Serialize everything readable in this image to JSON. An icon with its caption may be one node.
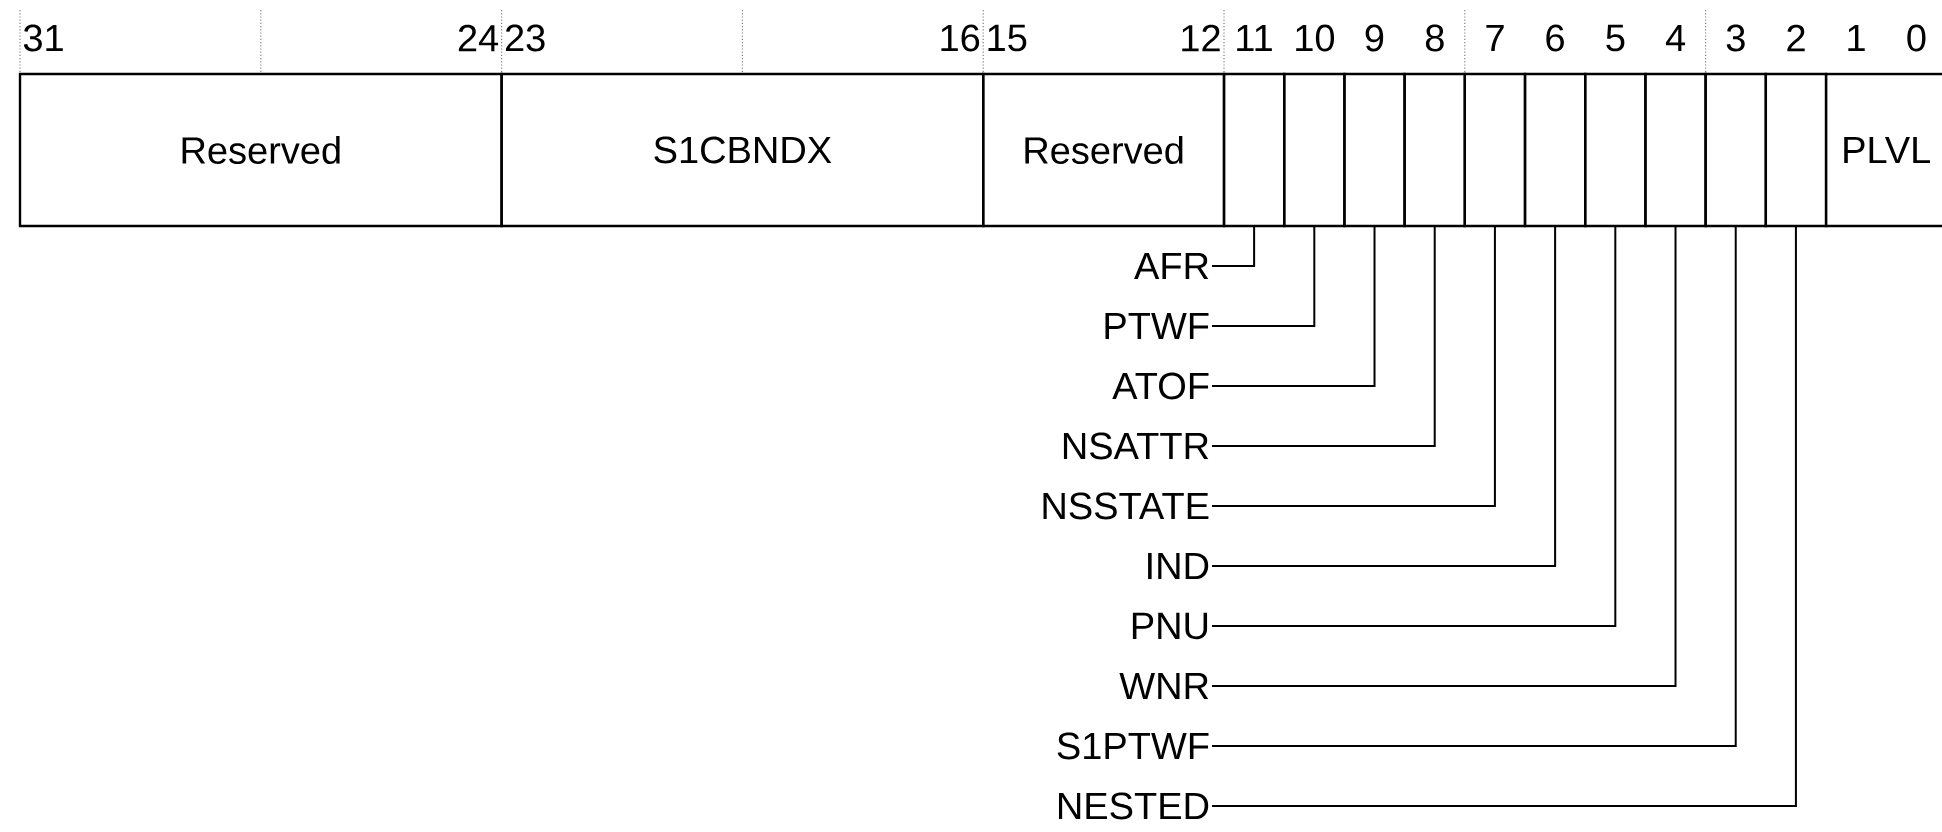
{
  "diagram": {
    "nodes": [
      {
        "text": [
          "Reserved"
        ]
      },
      {
        "text": [
          "S1CBNDX"
        ]
      },
      {
        "text": [
          "Reserved"
        ]
      },
      {
        "text": [],
        "shape": "box"
      },
      {
        "text": [],
        "shape": "box"
      },
      {
        "text": [],
        "shape": "box"
      },
      {
        "text": [],
        "shape": "box"
      },
      {
        "text": [],
        "shape": "box"
      },
      {
        "text": [],
        "shape": "box"
      },
      {
        "text": [],
        "shape": "box"
      },
      {
        "text": [],
        "shape": "box"
      },
      {
        "text": [],
        "shape": "box"
      },
      {
        "text": [],
        "shape": "box"
      },
      {
        "text": [
          "PLVL"
        ]
      },
      {
        "text": [
          "AFR"
        ]
      },
      {
        "text": [
          "PTWF"
        ]
      },
      {
        "text": [
          "ATOF"
        ]
      },
      {
        "text": [
          "NSATTR"
        ]
      },
      {
        "text": [
          "NSSTATE"
        ]
      },
      {
        "text": [
          "IND"
        ]
      },
      {
        "text": [
          "PNU"
        ]
      },
      {
        "text": [
          "WNR"
        ]
      },
      {
        "text": [
          "S1PTWF"
        ]
      },
      {
        "text": [
          "NESTED"
        ]
      }
    ],
    "edges": [
      {
        "from": 14,
        "to": 3,
        "arrow": "none"
      },
      {
        "from": 15,
        "to": 4,
        "arrow": "none"
      },
      {
        "from": 16,
        "to": 5,
        "arrow": "none"
      },
      {
        "from": 17,
        "to": 6,
        "arrow": "none"
      },
      {
        "from": 18,
        "to": 7,
        "arrow": "none"
      },
      {
        "from": 19,
        "to": 8,
        "arrow": "none"
      },
      {
        "from": 20,
        "to": 9,
        "arrow": "none"
      },
      {
        "from": 21,
        "to": 10,
        "arrow": "none"
      },
      {
        "from": 22,
        "to": 11,
        "arrow": "none"
      },
      {
        "from": 23,
        "to": 12,
        "arrow": "none"
      }
    ],
    "labels": [
      "31",
      "24",
      "23",
      "16",
      "15",
      "12",
      "11",
      "10",
      "9",
      "8",
      "7",
      "6",
      "5",
      "4",
      "3",
      "2",
      "1",
      "0"
    ]
  }
}
